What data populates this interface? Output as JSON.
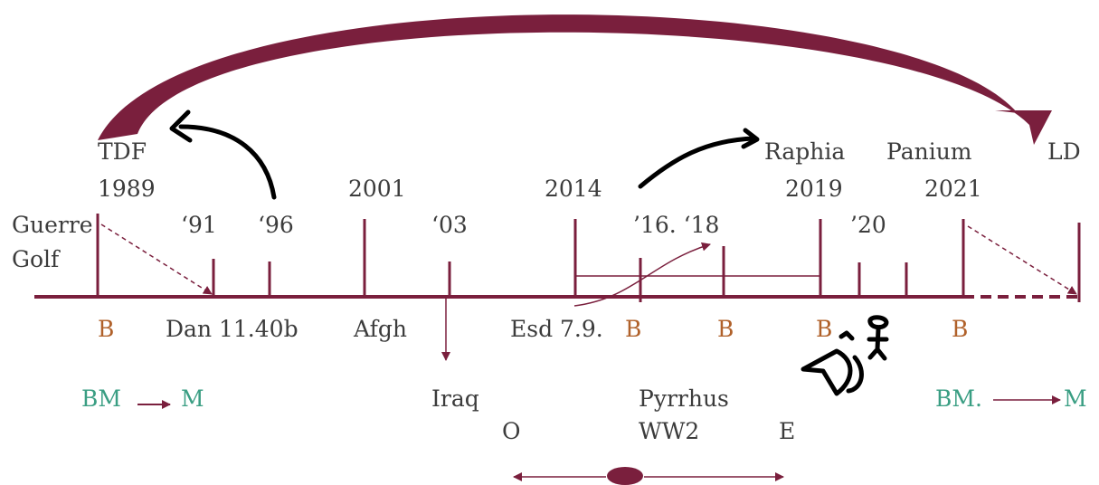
{
  "colors": {
    "line": "#7a1f3d",
    "text": "#3c3c3c",
    "b_label": "#b0612a",
    "bm_label": "#3a9e83",
    "ink": "#000000"
  },
  "top_labels": {
    "tdf": "TDF",
    "y1989": "1989",
    "raphia": "Raphia",
    "y2019": "2019",
    "panium": "Panium",
    "y2021": "2021",
    "ld": "LD",
    "y2001": "2001",
    "y2014": "2014"
  },
  "ticks": {
    "guerre": "Guerre",
    "golf": "Golf",
    "t91": "‘91",
    "t96": "‘96",
    "t03": "‘03",
    "t16_18": "’16. ‘18",
    "t20": "’20"
  },
  "events": {
    "dan": "Dan 11.40b",
    "afgh": "Afgh",
    "esd": "Esd 7.9.",
    "iraq": "Iraq"
  },
  "b_markers": [
    "B",
    "B",
    "B",
    "B",
    "B"
  ],
  "bm": {
    "left_from": "BM",
    "left_to": "M",
    "right_from": "BM.",
    "right_to": "M"
  },
  "bottom": {
    "pyrrhus": "Pyrrhus",
    "ww2": "WW2",
    "o": "O",
    "e": "E"
  }
}
